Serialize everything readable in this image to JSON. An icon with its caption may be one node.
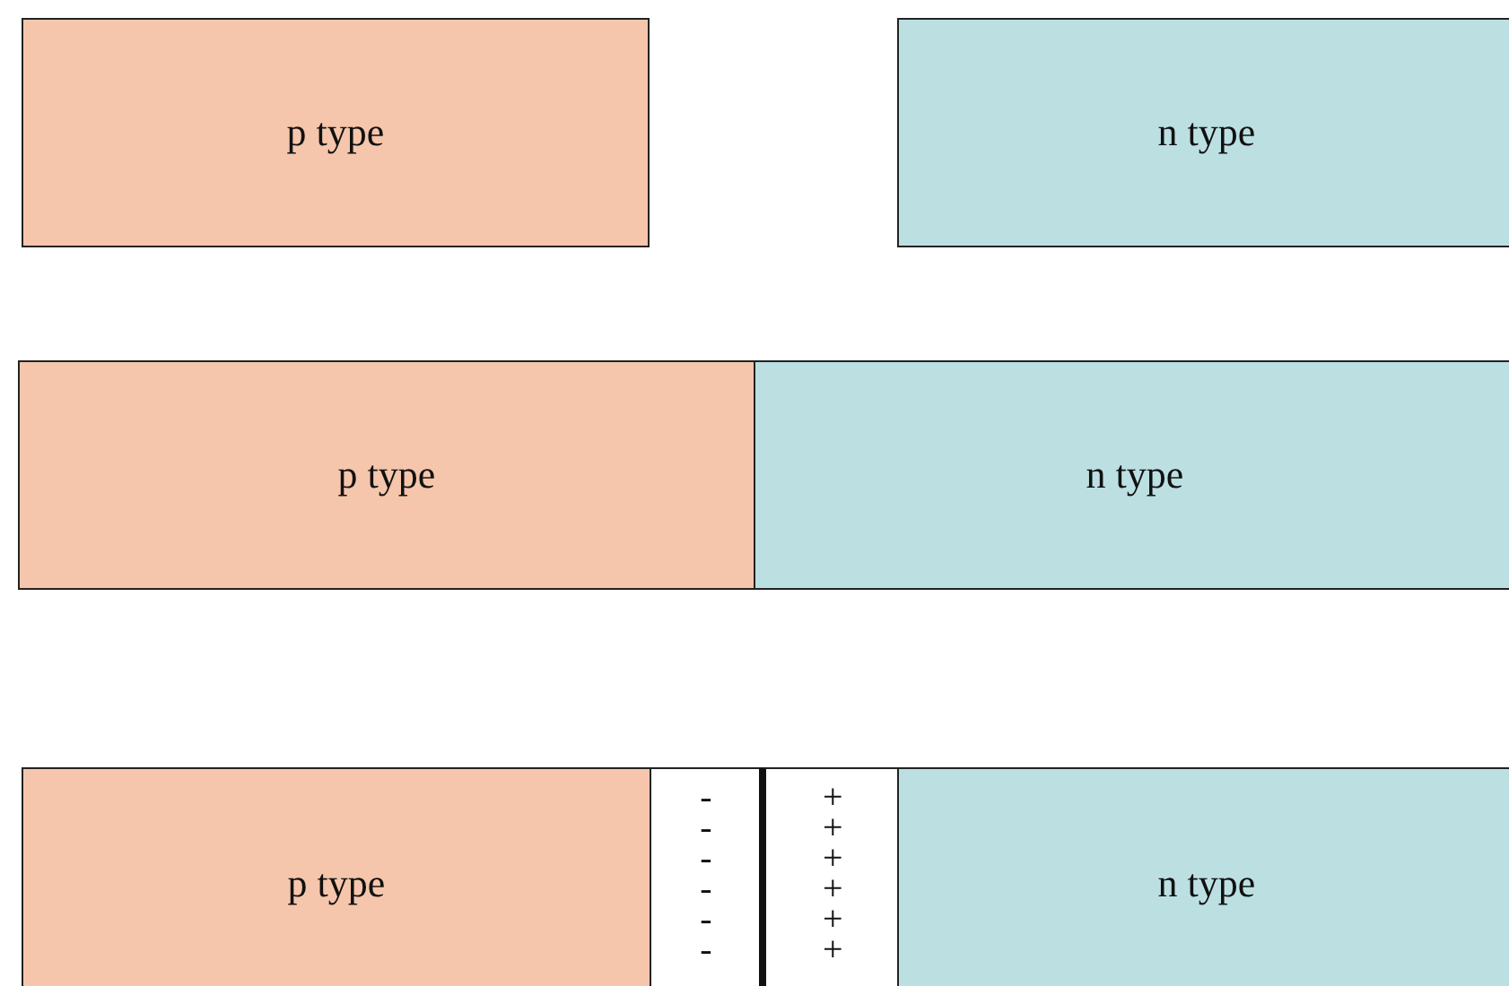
{
  "diagram": {
    "nodes": [
      {
        "text": [
          "p type"
        ]
      },
      {
        "text": [
          "n type"
        ]
      },
      {
        "text": [
          "p type"
        ]
      },
      {
        "text": [
          "n type"
        ]
      },
      {
        "text": [
          "p type"
        ]
      },
      {
        "text": [
          "- - - - - -"
        ]
      },
      {
        "text": [
          "+ + + + + +"
        ]
      },
      {
        "text": [
          "n type"
        ]
      }
    ],
    "edges": []
  }
}
